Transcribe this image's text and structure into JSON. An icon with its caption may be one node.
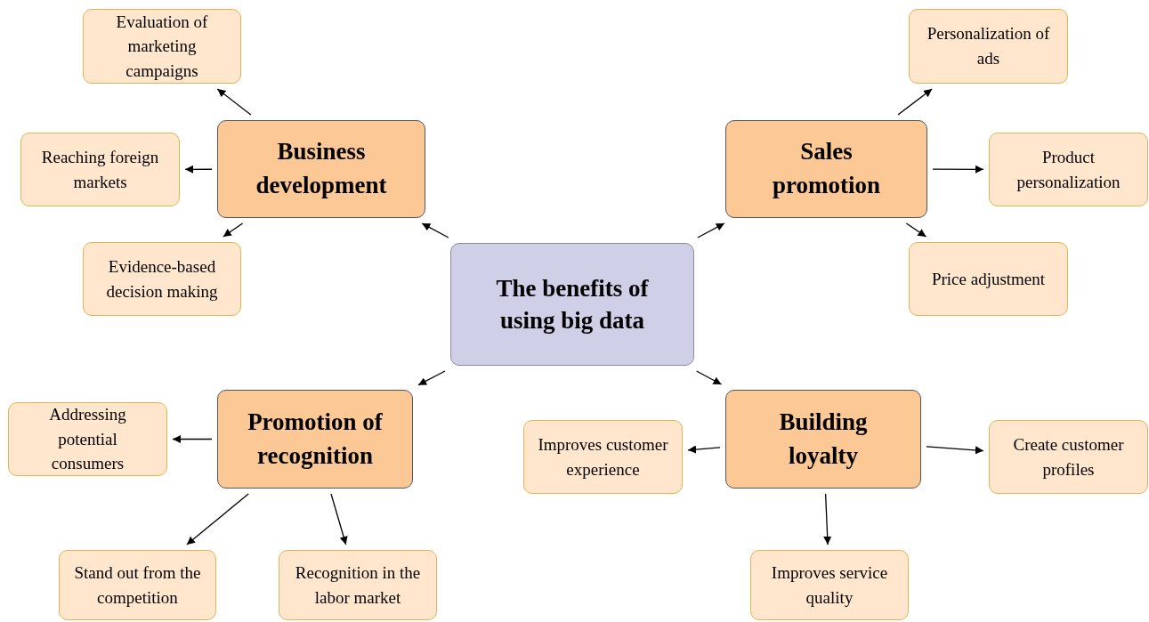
{
  "diagram": {
    "nodes": [
      {
        "text": [
          "The benefits of using big data"
        ]
      },
      {
        "text": [
          "Business development"
        ]
      },
      {
        "text": [
          "Evaluation of marketing campaigns"
        ]
      },
      {
        "text": [
          "Reaching foreign markets"
        ]
      },
      {
        "text": [
          "Evidence-based decision making"
        ]
      },
      {
        "text": [
          "Sales promotion"
        ]
      },
      {
        "text": [
          "Personalization of ads"
        ]
      },
      {
        "text": [
          "Product personalization"
        ]
      },
      {
        "text": [
          "Price adjustment"
        ]
      },
      {
        "text": [
          "Promotion of recognition"
        ]
      },
      {
        "text": [
          "Addressing potential consumers"
        ]
      },
      {
        "text": [
          "Stand out from the competition"
        ]
      },
      {
        "text": [
          "Recognition in the labor market"
        ]
      },
      {
        "text": [
          "Building loyalty"
        ]
      },
      {
        "text": [
          "Improves customer experience"
        ]
      },
      {
        "text": [
          "Create customer profiles"
        ]
      },
      {
        "text": [
          "Improves service quality"
        ]
      }
    ],
    "edges": [
      {
        "from": 0,
        "to": 1,
        "arrow": "to"
      },
      {
        "from": 0,
        "to": 5,
        "arrow": "to"
      },
      {
        "from": 0,
        "to": 9,
        "arrow": "to"
      },
      {
        "from": 0,
        "to": 13,
        "arrow": "to"
      },
      {
        "from": 1,
        "to": 2,
        "arrow": "to"
      },
      {
        "from": 1,
        "to": 3,
        "arrow": "to"
      },
      {
        "from": 1,
        "to": 4,
        "arrow": "to"
      },
      {
        "from": 5,
        "to": 6,
        "arrow": "to"
      },
      {
        "from": 5,
        "to": 7,
        "arrow": "to"
      },
      {
        "from": 5,
        "to": 8,
        "arrow": "to"
      },
      {
        "from": 9,
        "to": 10,
        "arrow": "to"
      },
      {
        "from": 9,
        "to": 11,
        "arrow": "to"
      },
      {
        "from": 9,
        "to": 12,
        "arrow": "to"
      },
      {
        "from": 13,
        "to": 14,
        "arrow": "to"
      },
      {
        "from": 13,
        "to": 15,
        "arrow": "to"
      },
      {
        "from": 13,
        "to": 16,
        "arrow": "to"
      }
    ]
  }
}
